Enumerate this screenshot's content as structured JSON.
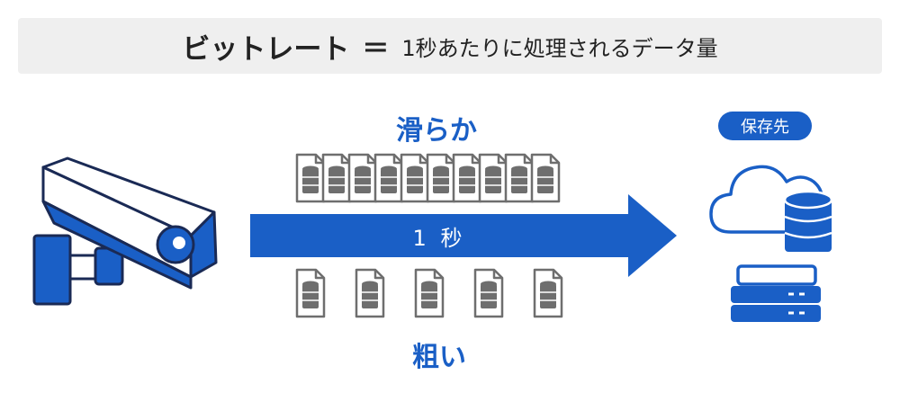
{
  "header": {
    "term": "ビットレート",
    "equals": "＝",
    "definition": "1秒あたりに処理されるデータ量"
  },
  "flow": {
    "smooth_label": "滑らか",
    "coarse_label": "粗い",
    "time_label": "1 秒",
    "smooth_file_count": 10,
    "coarse_file_count": 5
  },
  "destination": {
    "badge": "保存先"
  },
  "colors": {
    "accent": "#1a5fc6",
    "file_gray": "#6e6e6e",
    "banner_bg": "#efefef"
  },
  "icons": [
    "security-camera-icon",
    "data-file-icon",
    "cloud-database-icon",
    "server-stack-icon"
  ]
}
